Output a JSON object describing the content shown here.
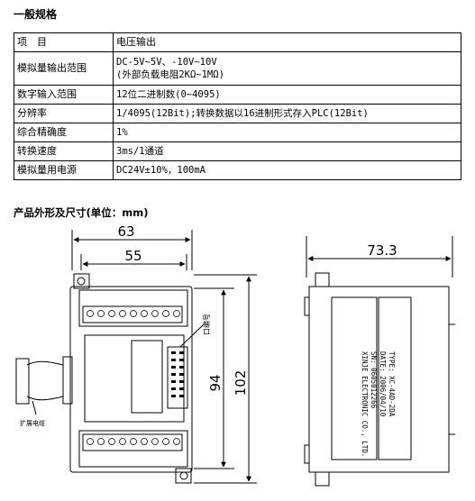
{
  "heading": "一般规格",
  "table": {
    "rows": [
      {
        "key": "项　目",
        "value": "电压输出"
      },
      {
        "key": "模拟量输出范围",
        "value": "DC-5V~5V、-10V~10V",
        "value2": "(外部负载电阻2KΩ~1MΩ)"
      },
      {
        "key": "数字输入范围",
        "value": "12位二进制数(0~4095)"
      },
      {
        "key": "分辨率",
        "value": "1/4095(12Bit);转换数据以16进制形式存入PLC(12Bit)"
      },
      {
        "key": "综合精确度",
        "value": "1%"
      },
      {
        "key": "转换速度",
        "value": "3ms/1通道"
      },
      {
        "key": "模拟量用电源",
        "value": "DC24V±10%，100mA"
      }
    ]
  },
  "section2": "产品外形及尺寸(单位：mm)",
  "drawing": {
    "dim_63": "63",
    "dim_55": "55",
    "dim_94": "94",
    "dim_102": "102",
    "dim_73": "73.3",
    "label_port": "口编号",
    "label_cable": "扩展电缆",
    "side_label": [
      "TYPE: XC-4AD-2DA",
      "DATE: 2006/04/10",
      "SN: 0605012266",
      "XINJE ELECTRONIC CO., LTD."
    ]
  }
}
